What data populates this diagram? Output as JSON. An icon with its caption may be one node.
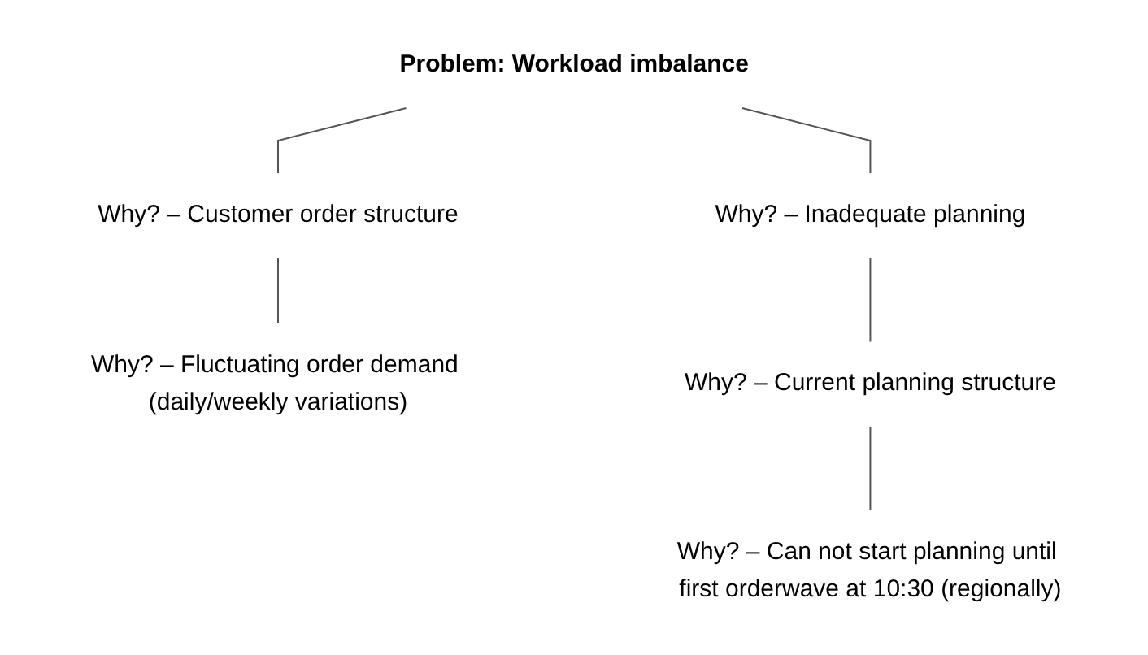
{
  "diagram": {
    "nodes": [
      {
        "text": [
          "Problem: Workload imbalance"
        ]
      },
      {
        "text": [
          "Why? – Customer order structure"
        ]
      },
      {
        "text": [
          "Why? – Fluctuating order demand (daily/weekly variations)"
        ]
      },
      {
        "text": [
          "Why? – Inadequate planning"
        ]
      },
      {
        "text": [
          "Why? – Current planning structure"
        ]
      },
      {
        "text": [
          "Why? – Can not start planning until first orderwave at 10:30 (regionally)"
        ]
      }
    ],
    "edges": [
      {
        "from": 0,
        "to": 1,
        "arrow": "none"
      },
      {
        "from": 0,
        "to": 3,
        "arrow": "none"
      },
      {
        "from": 1,
        "to": 2,
        "arrow": "none"
      },
      {
        "from": 3,
        "to": 4,
        "arrow": "none"
      },
      {
        "from": 4,
        "to": 5,
        "arrow": "none"
      }
    ]
  }
}
